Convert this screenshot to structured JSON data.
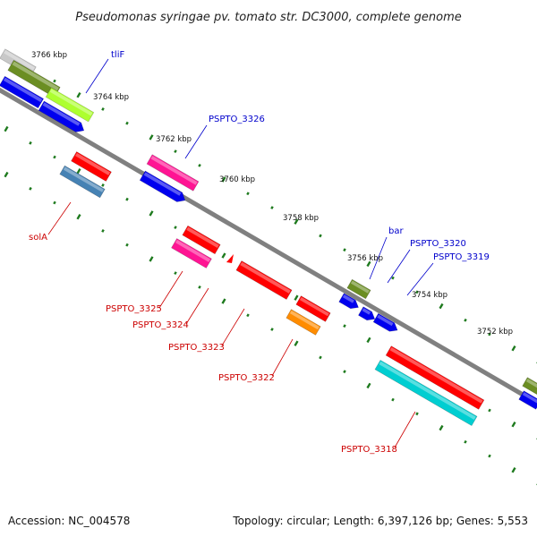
{
  "title": "Pseudomonas syringae pv. tomato str. DC3000, complete genome",
  "footer": {
    "accession": "Accession: NC_004578",
    "topology": "Topology: circular; Length: 6,397,126 bp; Genes: 5,553"
  },
  "colors": {
    "backbone": "#808080",
    "tick": "#1e7a1e",
    "label_forward": "#0000cc",
    "label_reverse": "#cc0000",
    "leader_forward": "#0000cc",
    "leader_reverse": "#cc0000"
  },
  "scale": {
    "unit": "kbp",
    "tick_labels": [
      "3766 kbp",
      "3764 kbp",
      "3762 kbp",
      "3760 kbp",
      "3758 kbp",
      "3756 kbp",
      "3754 kbp",
      "3752 kbp"
    ]
  },
  "genes": [
    {
      "name": "tliF",
      "strand": "forward"
    },
    {
      "name": "PSPTO_3326",
      "strand": "forward"
    },
    {
      "name": "bar",
      "strand": "forward"
    },
    {
      "name": "PSPTO_3320",
      "strand": "forward"
    },
    {
      "name": "PSPTO_3319",
      "strand": "forward"
    },
    {
      "name": "solA",
      "strand": "reverse"
    },
    {
      "name": "PSPTO_3325",
      "strand": "reverse"
    },
    {
      "name": "PSPTO_3324",
      "strand": "reverse"
    },
    {
      "name": "PSPTO_3323",
      "strand": "reverse"
    },
    {
      "name": "PSPTO_3322",
      "strand": "reverse"
    },
    {
      "name": "PSPTO_3318",
      "strand": "reverse"
    }
  ]
}
